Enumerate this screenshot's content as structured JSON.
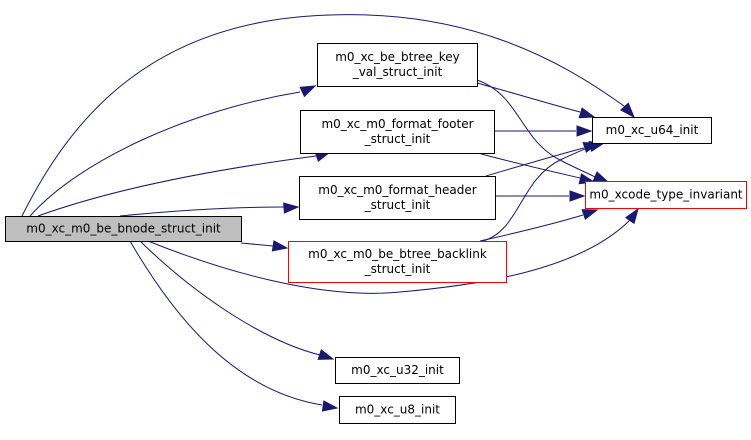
{
  "diagram": {
    "type": "call-graph",
    "colors": {
      "edge": "#191970",
      "root_fill": "#bfbfbf",
      "node_fill": "#ffffff",
      "node_border": "#000000",
      "truncated_border": "#ff0000"
    },
    "nodes": [
      {
        "id": "root",
        "lines": [
          "m0_xc_m0_be_bnode_struct_init"
        ],
        "style": "root"
      },
      {
        "id": "key_val",
        "lines": [
          "m0_xc_be_btree_key",
          "_val_struct_init"
        ],
        "style": "normal"
      },
      {
        "id": "footer",
        "lines": [
          "m0_xc_m0_format_footer",
          "_struct_init"
        ],
        "style": "normal"
      },
      {
        "id": "header",
        "lines": [
          "m0_xc_m0_format_header",
          "_struct_init"
        ],
        "style": "normal"
      },
      {
        "id": "backlink",
        "lines": [
          "m0_xc_m0_be_btree_backlink",
          "_struct_init"
        ],
        "style": "truncated"
      },
      {
        "id": "u64",
        "lines": [
          "m0_xc_u64_init"
        ],
        "style": "normal"
      },
      {
        "id": "invariant",
        "lines": [
          "m0_xcode_type_invariant"
        ],
        "style": "truncated"
      },
      {
        "id": "u32",
        "lines": [
          "m0_xc_u32_init"
        ],
        "style": "normal"
      },
      {
        "id": "u8",
        "lines": [
          "m0_xc_u8_init"
        ],
        "style": "normal"
      }
    ],
    "edges": [
      {
        "from": "root",
        "to": "u64"
      },
      {
        "from": "root",
        "to": "key_val"
      },
      {
        "from": "root",
        "to": "footer"
      },
      {
        "from": "root",
        "to": "header"
      },
      {
        "from": "root",
        "to": "backlink"
      },
      {
        "from": "root",
        "to": "invariant"
      },
      {
        "from": "root",
        "to": "u32"
      },
      {
        "from": "root",
        "to": "u8"
      },
      {
        "from": "key_val",
        "to": "u64"
      },
      {
        "from": "key_val",
        "to": "invariant"
      },
      {
        "from": "footer",
        "to": "u64"
      },
      {
        "from": "footer",
        "to": "invariant"
      },
      {
        "from": "header",
        "to": "u64"
      },
      {
        "from": "header",
        "to": "invariant"
      },
      {
        "from": "backlink",
        "to": "u64"
      },
      {
        "from": "backlink",
        "to": "invariant"
      }
    ]
  }
}
